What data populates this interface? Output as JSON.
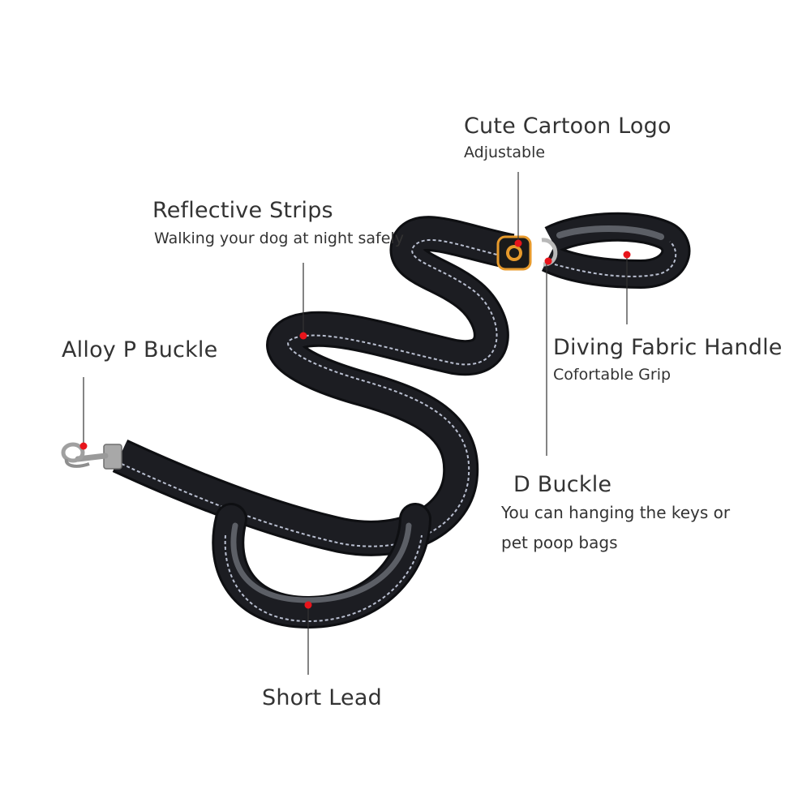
{
  "colors": {
    "background": "#ffffff",
    "strap": "#1c1d22",
    "strap_edge": "#0e0f12",
    "reflective": "#b9bfd0",
    "neoprene": "#5c5f66",
    "marker": "#e8141b",
    "leader": "#333333",
    "metal": "#b8b8b8",
    "logo_orange": "#e79a2c"
  },
  "icons": {
    "snap_hook": "clip-hook-icon",
    "d_ring": "d-ring-icon",
    "logo_badge": "cartoon-logo-icon"
  },
  "annotations": {
    "logo": {
      "title": "Cute Cartoon Logo",
      "subtitle": "Adjustable"
    },
    "reflective": {
      "title": "Reflective Strips",
      "subtitle": "Walking your dog at night safely"
    },
    "buckle": {
      "title": "Alloy P Buckle"
    },
    "handle": {
      "title": "Diving Fabric Handle",
      "subtitle": "Cofortable Grip"
    },
    "d_buckle": {
      "title": "D Buckle",
      "subtitle_line1": "You can hanging the keys or",
      "subtitle_line2": "pet poop bags"
    },
    "short_lead": {
      "title": "Short Lead"
    }
  }
}
